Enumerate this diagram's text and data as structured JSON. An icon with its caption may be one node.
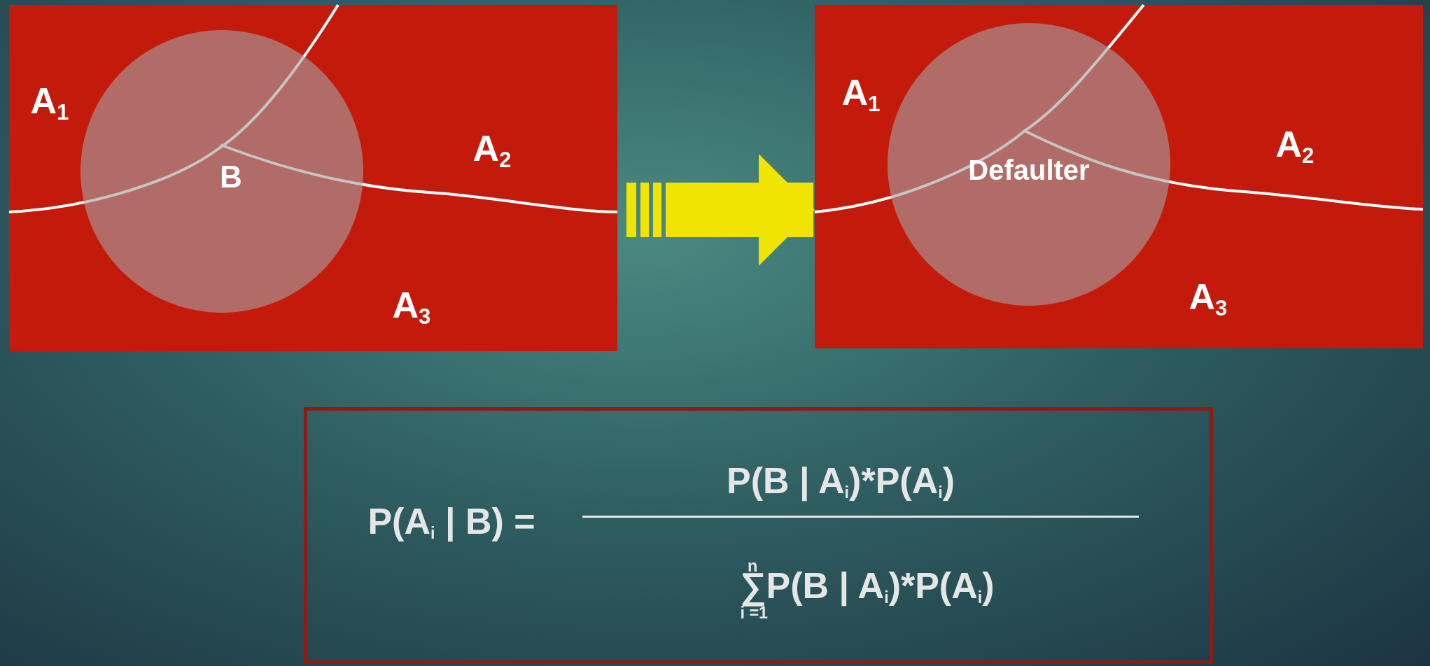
{
  "diagram": {
    "nodes": [
      {
        "text": [
          "A$_{1}$",
          "A$_{2}$",
          "A$_{3}$"
        ]
      },
      {
        "text": [
          "B"
        ],
        "in": 0
      },
      {
        "text": [
          "A$_{1}$",
          "A$_{2}$",
          "A$_{3}$"
        ]
      },
      {
        "text": [
          "Defaulter"
        ],
        "in": 2
      },
      {
        "text": [
          "P(A$_{i}$ | B) =",
          "P(B | A$_{i}$)*P(A$_{i}$)",
          "∑$^{n}$$_{i =1}$P(B | A$_{i}$)*P(A$_{i}$)"
        ]
      }
    ],
    "edges": [
      {
        "from": 0,
        "to": 2,
        "arrow": "to",
        "style": "thick",
        "color": "#f0e400"
      }
    ]
  }
}
